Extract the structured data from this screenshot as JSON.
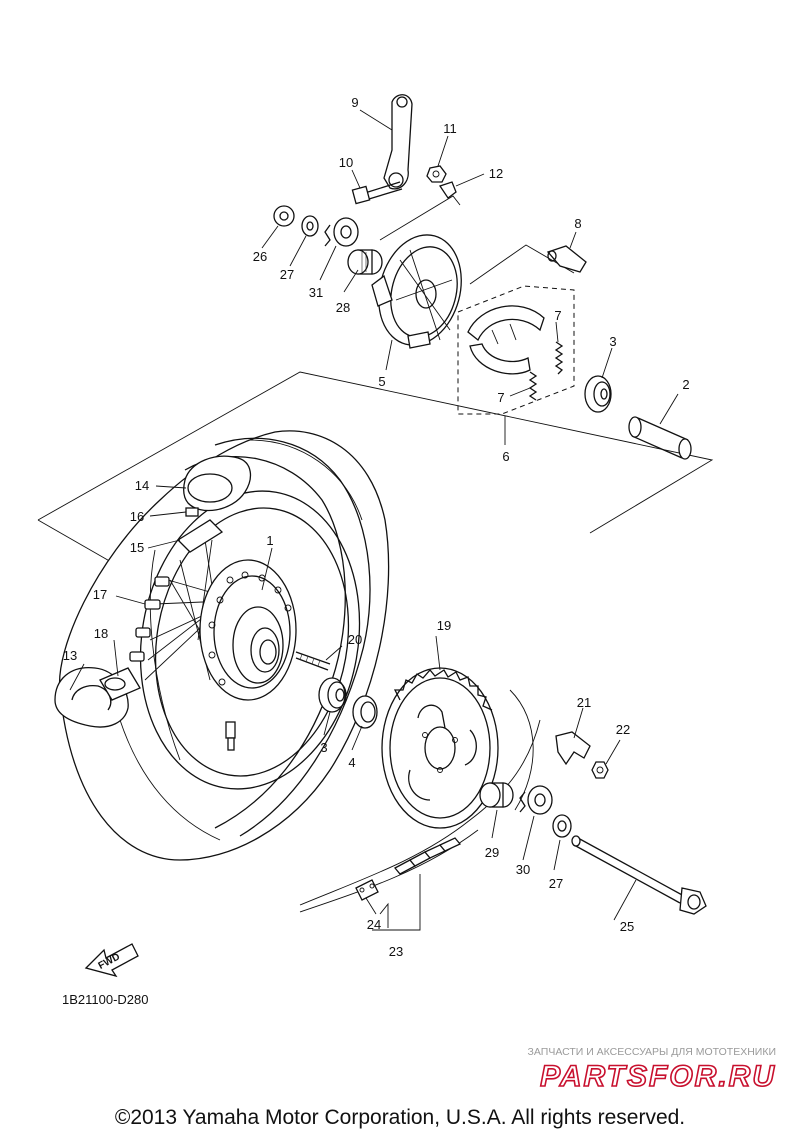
{
  "diagram_code": "1B21100-D280",
  "fwd_label": "FWD",
  "watermark": {
    "tagline": "ЗАПЧАСТИ И АКСЕССУАРЫ ДЛЯ МОТОТЕХНИКИ",
    "brand": "PARTSFOR.RU",
    "color": "#c8102e"
  },
  "copyright": "©2013 Yamaha Motor Corporation, U.S.A. All rights reserved.",
  "callouts": [
    "1",
    "2",
    "3",
    "3",
    "4",
    "5",
    "6",
    "7",
    "7",
    "8",
    "9",
    "10",
    "11",
    "12",
    "13",
    "14",
    "15",
    "16",
    "17",
    "18",
    "19",
    "20",
    "21",
    "22",
    "23",
    "24",
    "25",
    "26",
    "27",
    "27",
    "28",
    "29",
    "30",
    "31"
  ]
}
